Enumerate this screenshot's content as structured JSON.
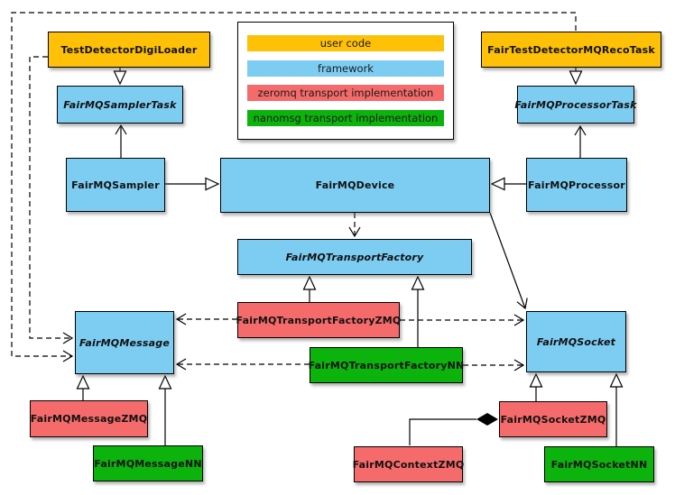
{
  "colors": {
    "user": "#ffc107",
    "framework": "#7dcdf2",
    "zeromq": "#f56b6b",
    "nanomsg": "#0cb30c",
    "line": "#000000",
    "text": "#111111",
    "background": "#ffffff"
  },
  "legend": {
    "items": [
      {
        "label": "user code",
        "kind": "user"
      },
      {
        "label": "framework",
        "kind": "framework"
      },
      {
        "label": "zeromq transport implementation",
        "kind": "zeromq"
      },
      {
        "label": "nanomsg transport implementation",
        "kind": "nanomsg"
      }
    ]
  },
  "nodes": [
    {
      "label": "TestDetectorDigiLoader",
      "kind": "user",
      "abstract": false
    },
    {
      "label": "FairTestDetectorMQRecoTask",
      "kind": "user",
      "abstract": false
    },
    {
      "label": "FairMQSamplerTask",
      "kind": "framework",
      "abstract": true
    },
    {
      "label": "FairMQProcessorTask",
      "kind": "framework",
      "abstract": true
    },
    {
      "label": "FairMQSampler",
      "kind": "framework",
      "abstract": false
    },
    {
      "label": "FairMQDevice",
      "kind": "framework",
      "abstract": false
    },
    {
      "label": "FairMQProcessor",
      "kind": "framework",
      "abstract": false
    },
    {
      "label": "FairMQTransportFactory",
      "kind": "framework",
      "abstract": true
    },
    {
      "label": "FairMQTransportFactoryZMQ",
      "kind": "zeromq",
      "abstract": false
    },
    {
      "label": "FairMQTransportFactoryNN",
      "kind": "nanomsg",
      "abstract": false
    },
    {
      "label": "FairMQMessage",
      "kind": "framework",
      "abstract": true
    },
    {
      "label": "FairMQSocket",
      "kind": "framework",
      "abstract": true
    },
    {
      "label": "FairMQMessageZMQ",
      "kind": "zeromq",
      "abstract": false
    },
    {
      "label": "FairMQMessageNN",
      "kind": "nanomsg",
      "abstract": false
    },
    {
      "label": "FairMQContextZMQ",
      "kind": "zeromq",
      "abstract": false
    },
    {
      "label": "FairMQSocketZMQ",
      "kind": "zeromq",
      "abstract": false
    },
    {
      "label": "FairMQSocketNN",
      "kind": "nanomsg",
      "abstract": false
    }
  ],
  "edges": [
    {
      "from": "TestDetectorDigiLoader",
      "to": "FairMQSamplerTask",
      "type": "inheritance"
    },
    {
      "from": "FairTestDetectorMQRecoTask",
      "to": "FairMQProcessorTask",
      "type": "inheritance"
    },
    {
      "from": "FairMQSampler",
      "to": "FairMQDevice",
      "type": "inheritance"
    },
    {
      "from": "FairMQProcessor",
      "to": "FairMQDevice",
      "type": "inheritance"
    },
    {
      "from": "FairMQSampler",
      "to": "FairMQSamplerTask",
      "type": "association"
    },
    {
      "from": "FairMQProcessor",
      "to": "FairMQProcessorTask",
      "type": "association"
    },
    {
      "from": "FairMQDevice",
      "to": "FairMQTransportFactory",
      "type": "dependency"
    },
    {
      "from": "FairMQDevice",
      "to": "FairMQSocket",
      "type": "association"
    },
    {
      "from": "FairMQTransportFactoryZMQ",
      "to": "FairMQTransportFactory",
      "type": "inheritance"
    },
    {
      "from": "FairMQTransportFactoryNN",
      "to": "FairMQTransportFactory",
      "type": "inheritance"
    },
    {
      "from": "FairMQTransportFactoryZMQ",
      "to": "FairMQMessage",
      "type": "dependency"
    },
    {
      "from": "FairMQTransportFactoryZMQ",
      "to": "FairMQSocket",
      "type": "dependency"
    },
    {
      "from": "FairMQTransportFactoryNN",
      "to": "FairMQMessage",
      "type": "dependency"
    },
    {
      "from": "FairMQTransportFactoryNN",
      "to": "FairMQSocket",
      "type": "dependency"
    },
    {
      "from": "TestDetectorDigiLoader",
      "to": "FairMQMessage",
      "type": "dependency"
    },
    {
      "from": "FairTestDetectorMQRecoTask",
      "to": "FairMQMessage",
      "type": "dependency"
    },
    {
      "from": "FairMQMessageZMQ",
      "to": "FairMQMessage",
      "type": "inheritance"
    },
    {
      "from": "FairMQMessageNN",
      "to": "FairMQMessage",
      "type": "inheritance"
    },
    {
      "from": "FairMQSocketZMQ",
      "to": "FairMQSocket",
      "type": "inheritance"
    },
    {
      "from": "FairMQSocketNN",
      "to": "FairMQSocket",
      "type": "inheritance"
    },
    {
      "from": "FairMQContextZMQ",
      "to": "FairMQSocketZMQ",
      "type": "composition"
    }
  ]
}
